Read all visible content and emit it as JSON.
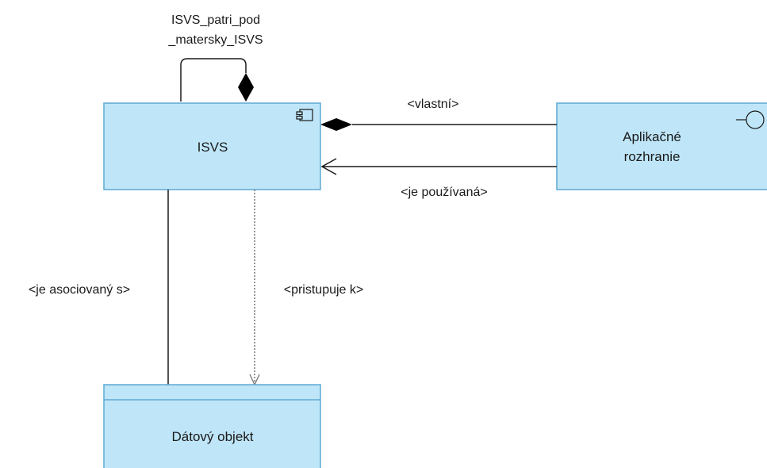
{
  "diagram": {
    "nodes": {
      "isvs": {
        "label": "ISVS",
        "icon": "component-icon",
        "fill": "#bfe6f8",
        "stroke": "#5fa8d3"
      },
      "interface": {
        "label_line1": "Aplikačné",
        "label_line2": "rozhranie",
        "icon": "interface-lollipop-icon",
        "fill": "#bfe6f8",
        "stroke": "#5fa8d3"
      },
      "data_object": {
        "label": "Dátový objekt",
        "fill": "#bfe6f8",
        "stroke": "#5fa8d3"
      }
    },
    "edges": {
      "self_composition": {
        "label_line1": "ISVS_patri_pod",
        "label_line2": "_matersky_ISVS"
      },
      "composition": {
        "label": "<vlastní>"
      },
      "serving": {
        "label": "<je používaná>"
      },
      "association": {
        "label": "<je asociovaný s>"
      },
      "access": {
        "label": "<pristupuje k>"
      }
    }
  }
}
